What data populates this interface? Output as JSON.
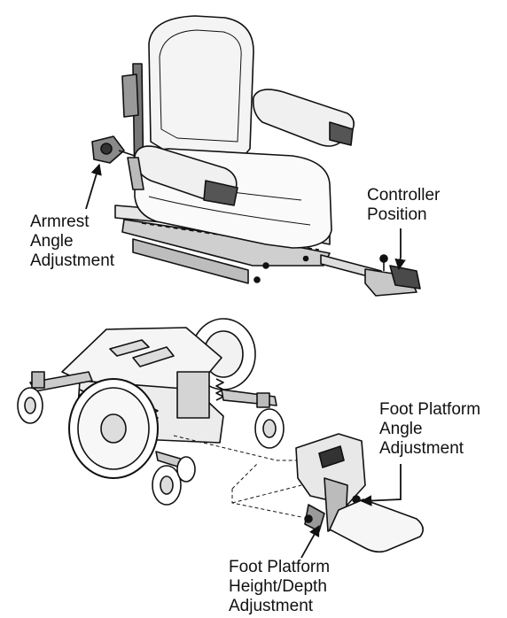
{
  "colors": {
    "stroke": "#111111",
    "fill_light": "#ffffff",
    "fill_mid": "#d8d8d8",
    "fill_dark": "#4a4a4a",
    "text": "#111111"
  },
  "labels": {
    "armrest": [
      "Armrest",
      "Angle",
      "Adjustment"
    ],
    "controller": [
      "Controller",
      "Position"
    ],
    "foot_angle": [
      "Foot Platform",
      "Angle",
      "Adjustment"
    ],
    "foot_height": [
      "Foot Platform",
      "Height/Depth",
      "Adjustment"
    ]
  }
}
